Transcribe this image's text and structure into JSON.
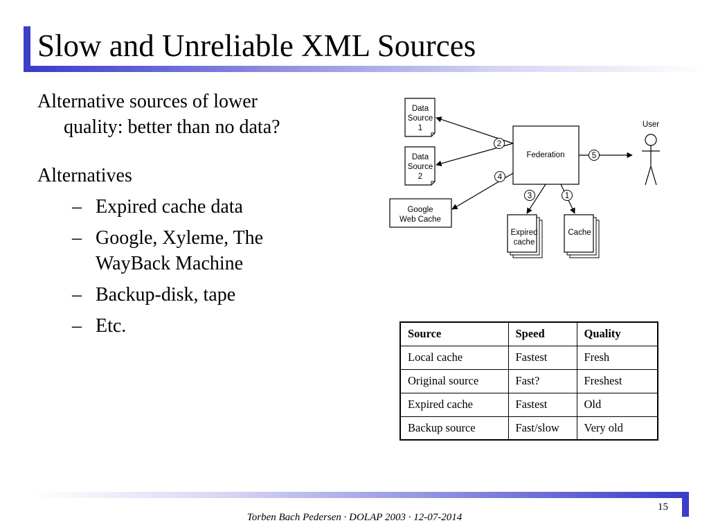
{
  "slide": {
    "title": "Slow and Unreliable XML Sources",
    "bullets": {
      "first_line1": "Alternative sources of lower",
      "first_line2": "quality: better than no data?",
      "second": "Alternatives",
      "subs": [
        {
          "dash": "–",
          "text": "Expired cache data"
        },
        {
          "dash": "–",
          "line1": "Google, Xyleme, The",
          "line2": "WayBack Machine"
        },
        {
          "dash": "–",
          "text": "Backup-disk, tape"
        },
        {
          "dash": "–",
          "text": "Etc."
        }
      ]
    },
    "diagram": {
      "data_source_1": [
        "Data",
        "Source",
        "1"
      ],
      "data_source_2": [
        "Data",
        "Source",
        "2"
      ],
      "google": [
        "Google",
        "Web Cache"
      ],
      "federation": "Federation",
      "user": "User",
      "expired_cache": [
        "Expired",
        "cache"
      ],
      "cache": "Cache",
      "steps": [
        "1",
        "2",
        "3",
        "4",
        "5"
      ]
    },
    "table": {
      "headers": [
        "Source",
        "Speed",
        "Quality"
      ],
      "rows": [
        [
          "Local cache",
          "Fastest",
          "Fresh"
        ],
        [
          "Original source",
          "Fast?",
          "Freshest"
        ],
        [
          "Expired cache",
          "Fastest",
          "Old"
        ],
        [
          "Backup source",
          "Fast/slow",
          "Very old"
        ]
      ]
    },
    "footer": "Torben Bach Pedersen · DOLAP 2003 · 12-07-2014",
    "page_number": "15",
    "colors": {
      "accent": "#3d3dc8"
    }
  }
}
